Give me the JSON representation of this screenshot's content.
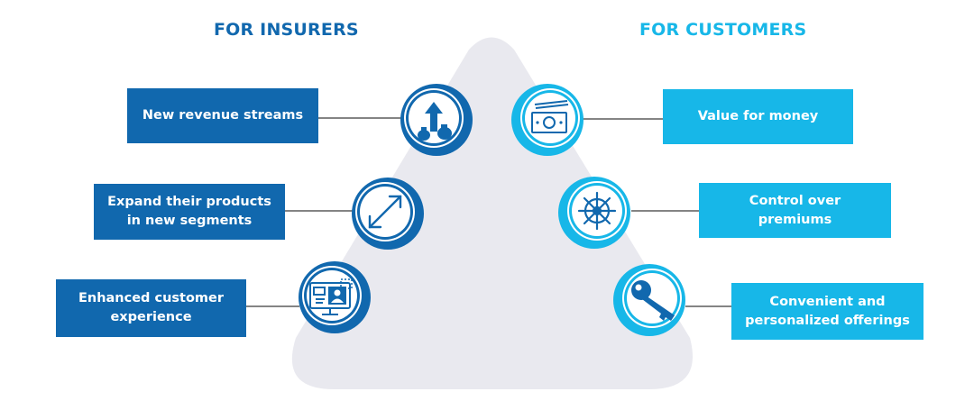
{
  "colors": {
    "insurer": "#1168ae",
    "customer": "#17b7e8",
    "triangle": "#e9e9ef",
    "connector": "#3a3a3a"
  },
  "insurers": {
    "heading": "FOR INSURERS",
    "items": [
      {
        "label": "New revenue streams",
        "icon": "money-bags-up-arrow-icon"
      },
      {
        "label": "Expand their products\nin new segments",
        "icon": "diagonal-expand-arrow-icon"
      },
      {
        "label": "Enhanced customer\nexperience",
        "icon": "monitor-user-profile-icon"
      }
    ]
  },
  "customers": {
    "heading": "FOR CUSTOMERS",
    "items": [
      {
        "label": "Value for money",
        "icon": "banknote-icon"
      },
      {
        "label": "Control over\npremiums",
        "icon": "ship-wheel-icon"
      },
      {
        "label": "Convenient and\npersonalized offerings",
        "icon": "key-icon"
      }
    ]
  }
}
